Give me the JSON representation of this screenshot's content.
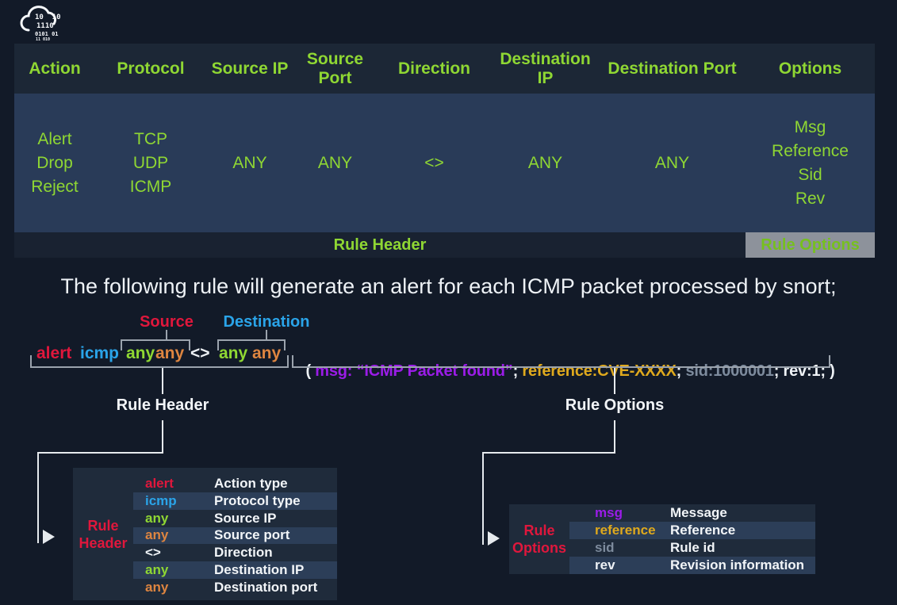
{
  "logo": {
    "binary_lines": [
      "10  10",
      "1110",
      "0101 01",
      "11 010"
    ]
  },
  "rule_table": {
    "headers": [
      "Action",
      "Protocol",
      "Source IP",
      "Source Port",
      "Direction",
      "Destination IP",
      "Destination Port",
      "Options"
    ],
    "body": {
      "action": [
        "Alert",
        "Drop",
        "Reject"
      ],
      "protocol": [
        "TCP",
        "UDP",
        "ICMP"
      ],
      "source_ip": "ANY",
      "source_port": "ANY",
      "direction": "<>",
      "destination_ip": "ANY",
      "destination_port": "ANY",
      "options": [
        "Msg",
        "Reference",
        "Sid",
        "Rev"
      ]
    },
    "footer": {
      "rule_header": "Rule Header",
      "rule_options": "Rule Options"
    }
  },
  "caption": "The following rule will generate an alert for each ICMP packet processed by snort;",
  "example_rule": {
    "source_label": "Source",
    "destination_label": "Destination",
    "tokens": {
      "action": "alert",
      "protocol": "icmp",
      "source_ip": "any",
      "source_port": "any",
      "direction": "<>",
      "destination_ip": "any",
      "destination_port": "any",
      "open_paren": "( ",
      "msg": "msg: “ICMP Packet found”",
      "sep1": "; ",
      "reference": "reference:CVE-XXXX",
      "sep2": "; ",
      "sid": "sid:1000001",
      "sep3": "; ",
      "rev": "rev:1;",
      "close_paren": " )"
    },
    "rule_header_label": "Rule Header",
    "rule_options_label": "Rule Options"
  },
  "rule_header_breakdown": {
    "title": [
      "Rule",
      "Header"
    ],
    "rows": [
      {
        "value": "alert",
        "desc": "Action type"
      },
      {
        "value": "icmp",
        "desc": "Protocol type"
      },
      {
        "value": "any",
        "desc": "Source IP"
      },
      {
        "value": "any",
        "desc": "Source port"
      },
      {
        "value": "<>",
        "desc": "Direction"
      },
      {
        "value": "any",
        "desc": "Destination IP"
      },
      {
        "value": "any",
        "desc": "Destination port"
      }
    ]
  },
  "rule_options_breakdown": {
    "title": [
      "Rule",
      "Options"
    ],
    "rows": [
      {
        "value": "msg",
        "desc": "Message"
      },
      {
        "value": "reference",
        "desc": "Reference"
      },
      {
        "value": "sid",
        "desc": "Rule id"
      },
      {
        "value": "rev",
        "desc": "Revision information"
      }
    ]
  },
  "colors": {
    "page_background": "#121a28",
    "table_header_bg": "#1c2736",
    "table_body_bg": "#293b58",
    "table_footer_bg": "#192231",
    "chip_bg": "#8d929b",
    "green": "#8fd733",
    "crimson": "#e0173c",
    "blue": "#2aa4e9",
    "orange": "#de8540",
    "purple": "#9b1ce8",
    "gold": "#dfa91d",
    "gray": "#7d8b9d",
    "white_text": "#eef2f6"
  }
}
